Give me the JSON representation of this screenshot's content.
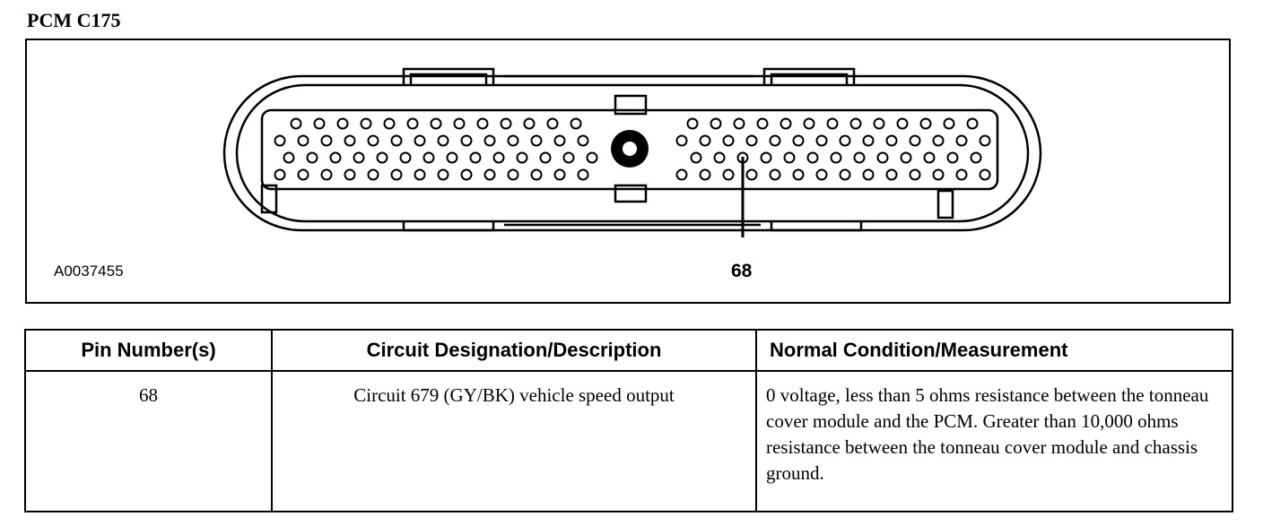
{
  "title": "PCM C175",
  "figure_id": "A0037455",
  "callout_pin": "68",
  "table": {
    "headers": [
      "Pin Number(s)",
      "Circuit Designation/Description",
      "Normal Condition/Measurement"
    ],
    "rows": [
      {
        "pin": "68",
        "description": "Circuit 679 (GY/BK) vehicle speed output",
        "measurement": "0 voltage, less than 5 ohms resistance between the tonneau cover module and the PCM. Greater than 10,000 ohms resistance between the tonneau cover module and chassis ground."
      }
    ]
  }
}
